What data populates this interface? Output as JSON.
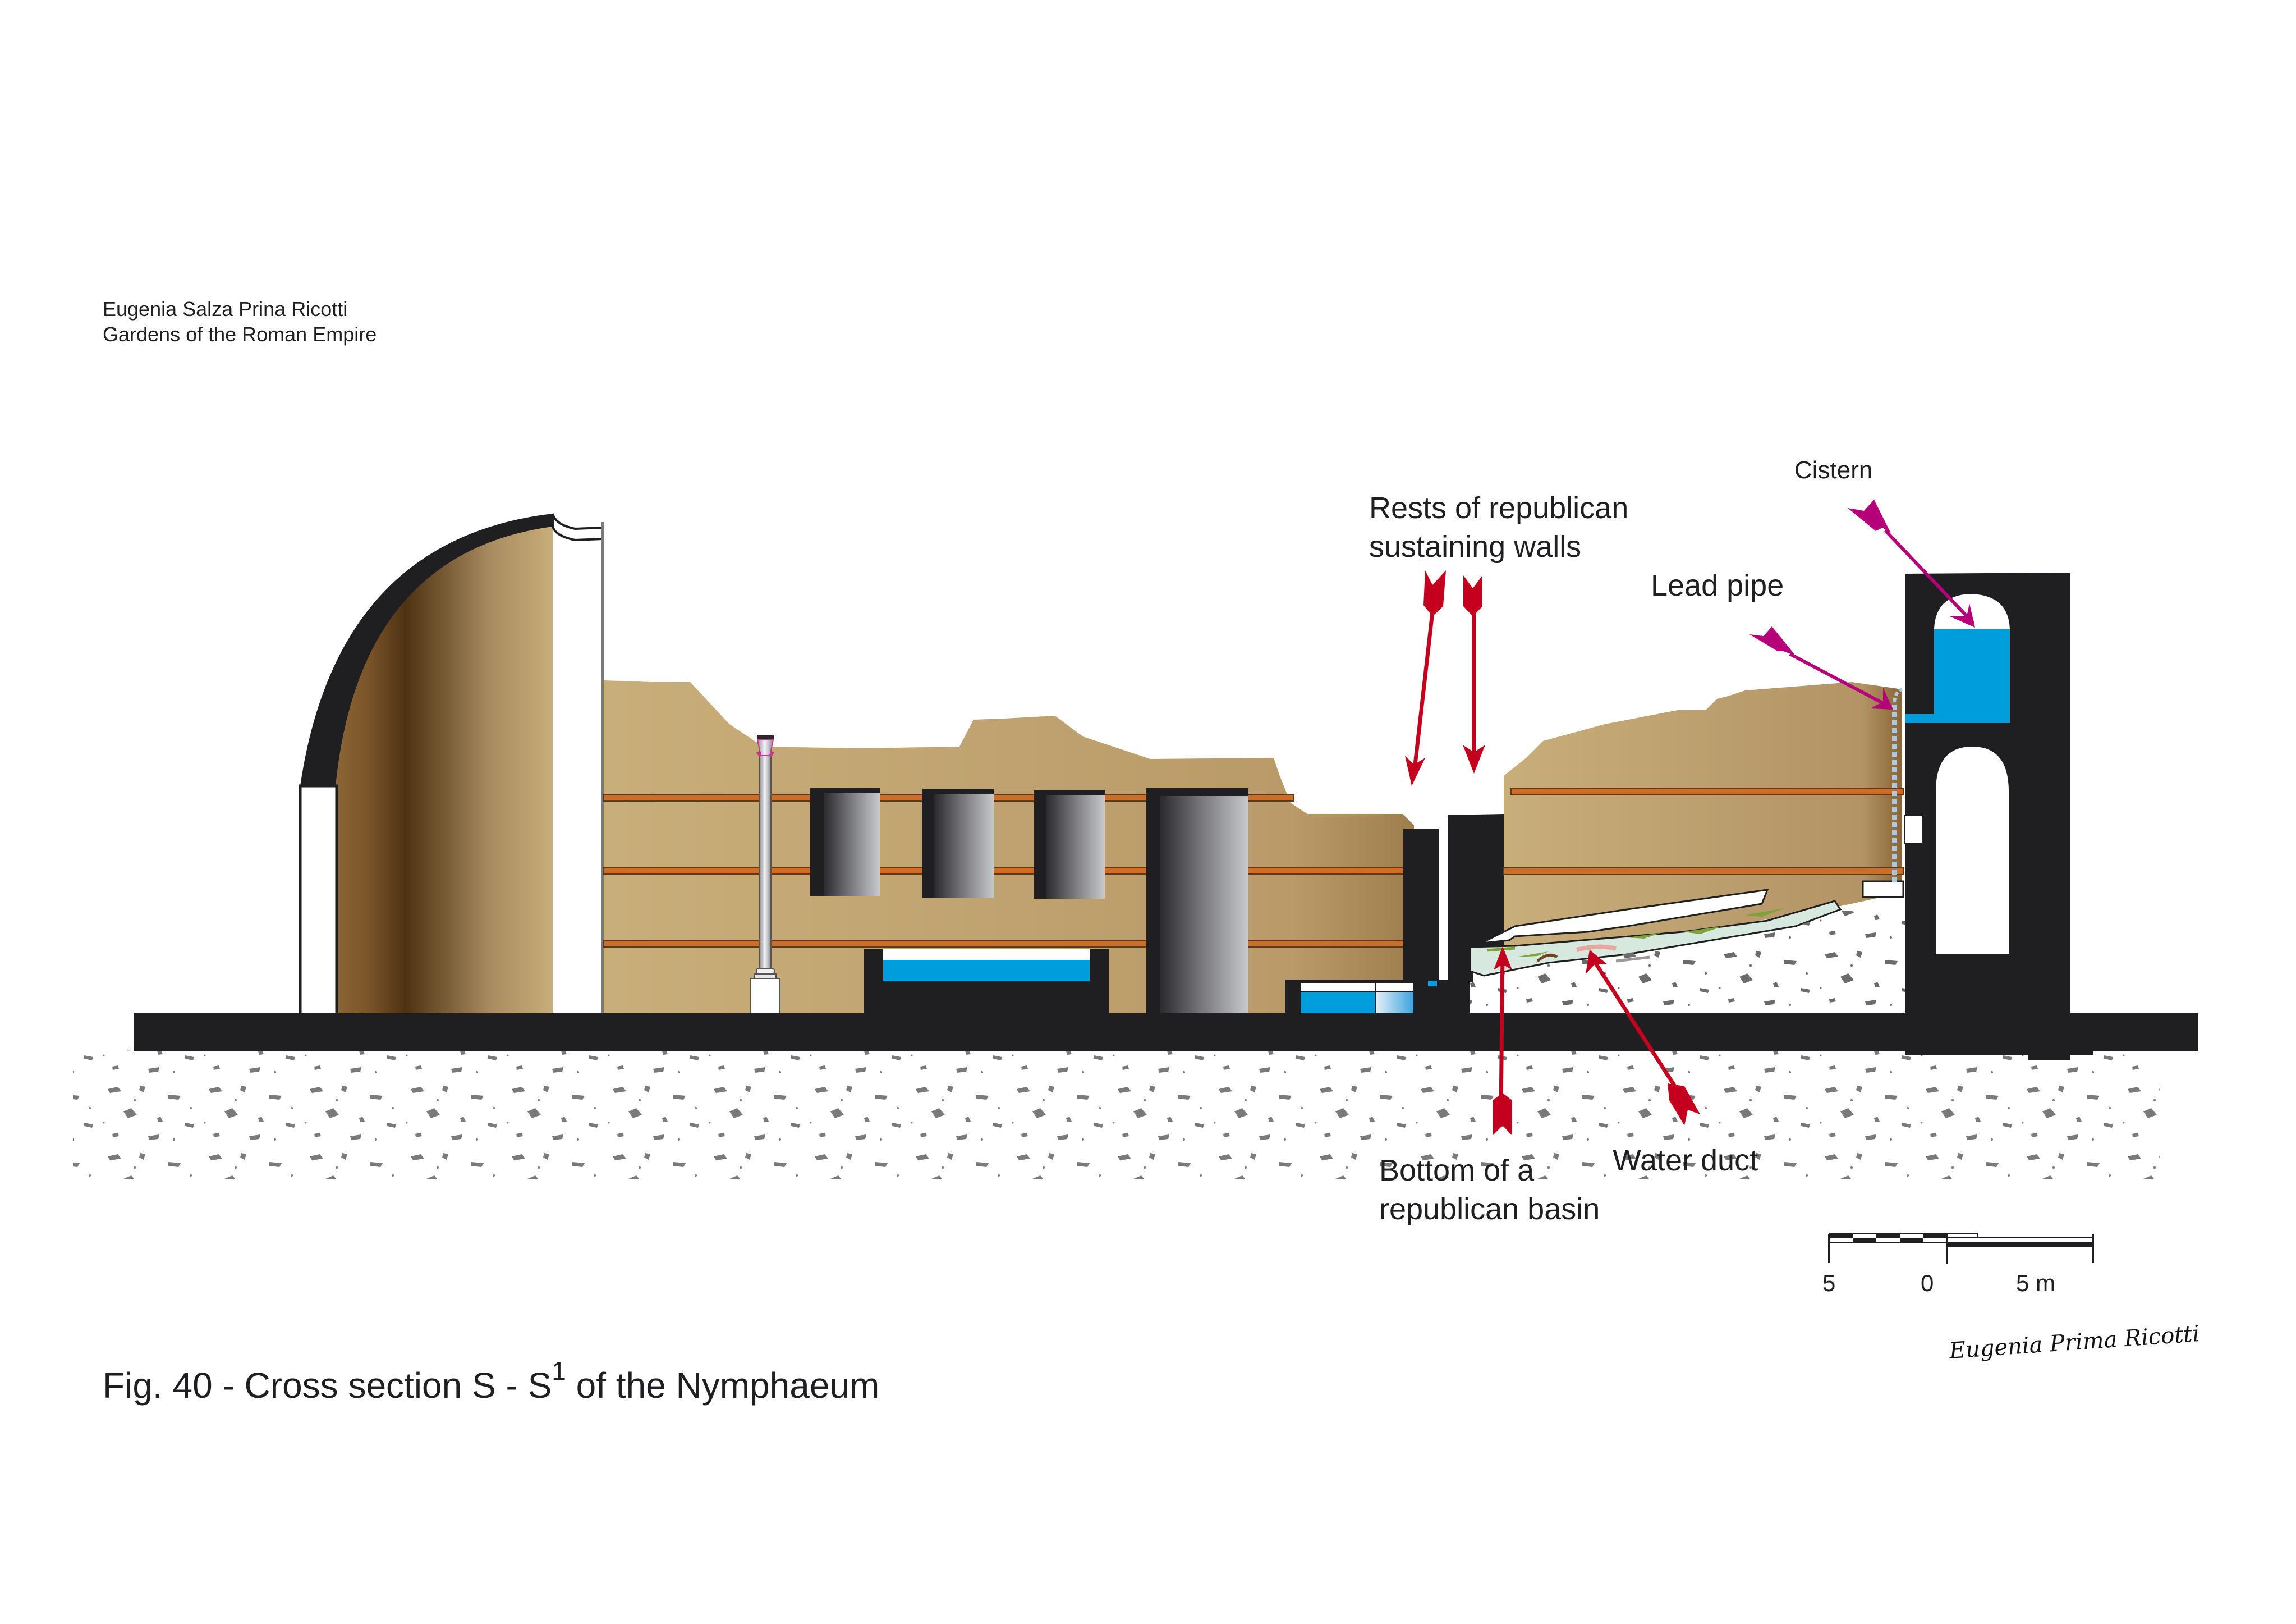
{
  "credit": {
    "author": "Eugenia Salza Prina Ricotti",
    "book": "Gardens of the Roman Empire"
  },
  "caption": {
    "prefix": "Fig. 40 - Cross section S - S",
    "superscript": "1",
    "suffix": " of the Nymphaeum"
  },
  "annotations": {
    "rests_walls_line1": "Rests of republican",
    "rests_walls_line2": "sustaining walls",
    "cistern": "Cistern",
    "lead_pipe": "Lead pipe",
    "bottom_basin_line1": "Bottom of a",
    "bottom_basin_line2": "republican basin",
    "water_duct": "Water duct"
  },
  "scale_bar": {
    "left_label": "5",
    "mid_label": "0",
    "right_label": "5 m"
  },
  "signature": "Eugenia Prima Ricotti",
  "colors": {
    "wall_black": "#1f1f22",
    "earth_tan": "#c8ae7a",
    "earth_dark": "#4e3212",
    "course_orange": "#cc6e28",
    "water_blue": "#009ddc",
    "arrow_red": "#c4001e",
    "arrow_magenta": "#b5007a",
    "duct_green": "#d7e8df",
    "rubble_grey": "#6b6b6b"
  }
}
